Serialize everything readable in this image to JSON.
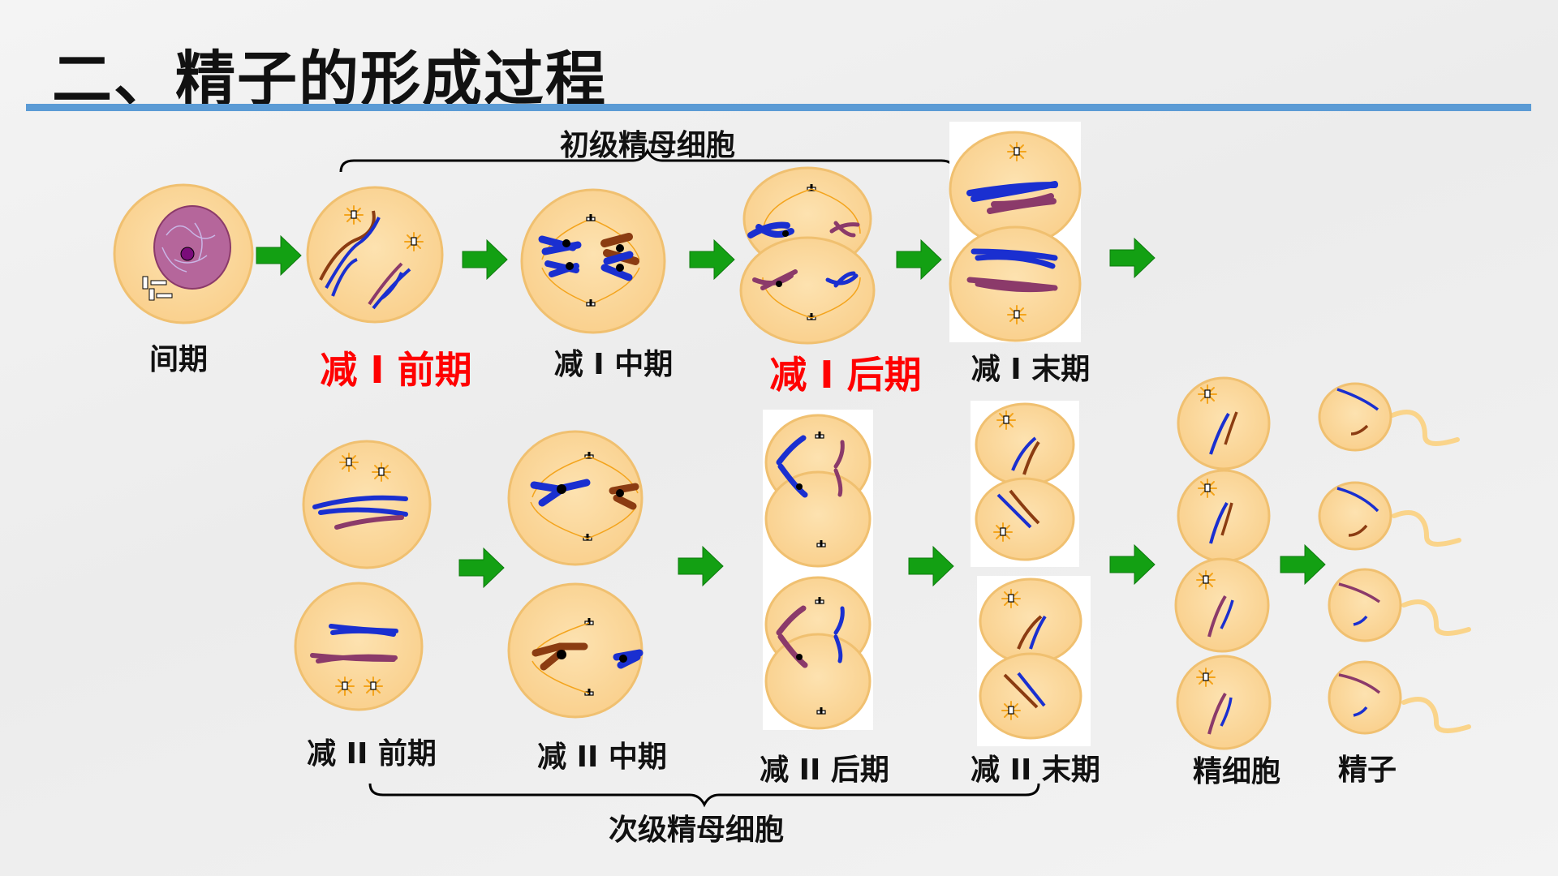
{
  "title": "二、精子的形成过程",
  "colors": {
    "accent_rule": "#5b9bd5",
    "cell_fill": "#fcdba3",
    "cell_stroke": "#f0c070",
    "chromosome_blue": "#1a2fd0",
    "chromosome_purple": "#8b3a6a",
    "chromosome_brown": "#8b3c12",
    "arrow_green": "#13a013",
    "highlight_red": "#ff0000"
  },
  "brackets": {
    "primary": "初级精母细胞",
    "secondary": "次级精母细胞"
  },
  "stages_row1": [
    {
      "label": "间期",
      "highlight": false
    },
    {
      "label": "减 I 前期",
      "highlight": true
    },
    {
      "label": "减 I 中期",
      "highlight": false
    },
    {
      "label": "减 I 后期",
      "highlight": true
    },
    {
      "label": "减 I 末期",
      "highlight": false
    }
  ],
  "stages_row2": [
    {
      "label": "减 II 前期"
    },
    {
      "label": "减 II 中期"
    },
    {
      "label": "减 II 后期"
    },
    {
      "label": "减 II 末期"
    },
    {
      "label": "精细胞"
    },
    {
      "label": "精子"
    }
  ]
}
